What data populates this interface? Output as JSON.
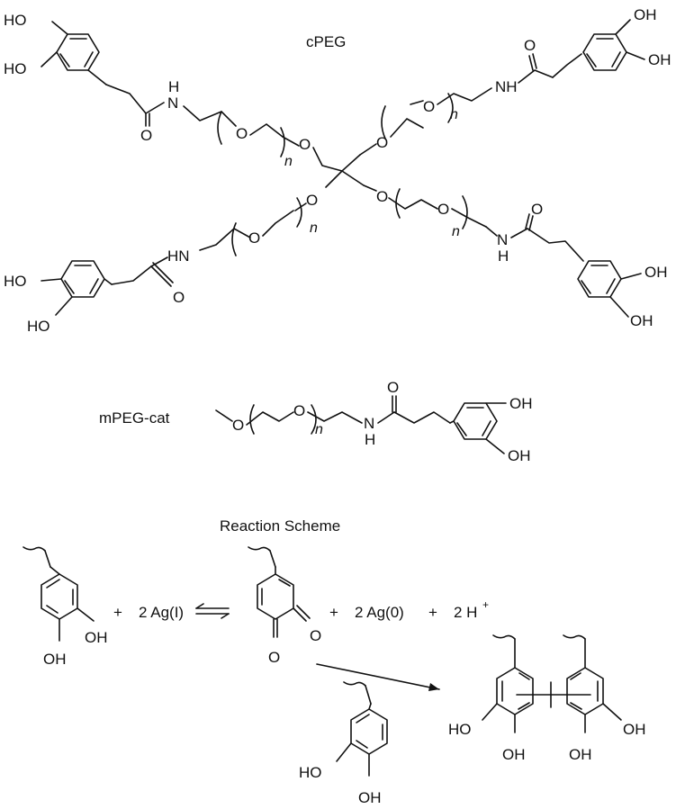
{
  "captions": {
    "cpeg": "cPEG",
    "mpeg_cat": "mPEG-cat",
    "reaction_scheme": "Reaction Scheme"
  },
  "atoms": {
    "ho": "HO",
    "oh": "OH",
    "o": "O",
    "nh": "NH",
    "hn": "HN",
    "h": "H",
    "n": "N",
    "n_repeat": "n"
  },
  "reaction": {
    "plus": "+",
    "silver_ion": "2 Ag(I)",
    "silver_metal": "2 Ag(0)",
    "proton_text": "2 H",
    "proton_charge": "+"
  }
}
